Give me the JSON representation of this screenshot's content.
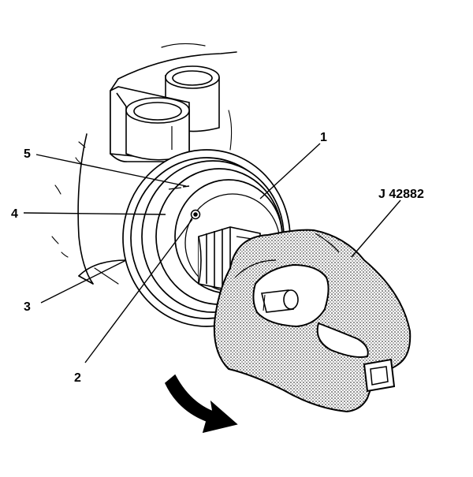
{
  "callouts": [
    {
      "id": "1",
      "text": "1"
    },
    {
      "id": "2",
      "text": "2"
    },
    {
      "id": "3",
      "text": "3"
    },
    {
      "id": "4",
      "text": "4"
    },
    {
      "id": "5",
      "text": "5"
    }
  ],
  "tool_label": "J 42882",
  "colors": {
    "line": "#000000",
    "background": "#ffffff",
    "tool_stipple": "#000000"
  }
}
